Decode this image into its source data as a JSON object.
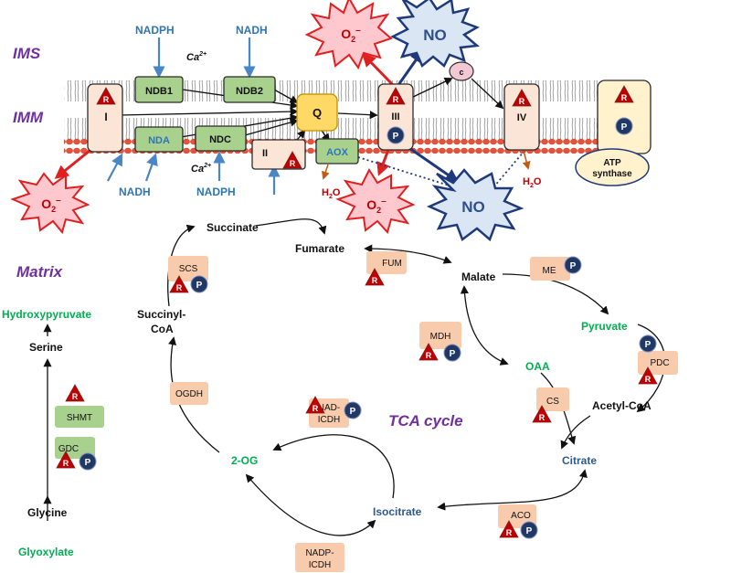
{
  "compartments": {
    "ims": "IMS",
    "imm": "IMM",
    "matrix": "Matrix"
  },
  "cycle_label": "TCA cycle",
  "colors": {
    "compartment_label": "#7030a0",
    "green_metabolite": "#00b050",
    "blue_metabolite": "#2e5b8f",
    "ros_fill": "#ffc7ce",
    "ros_text": "#c00000",
    "no_fill": "#dbe6f5",
    "no_text": "#2f4f8a",
    "enzyme_box": "#f8cbad",
    "green_box": "#a9d18e",
    "complex_box": "#fbe5d6",
    "redox_triangle": "#c00000",
    "phospho_circle": "#1f3864"
  },
  "inputs": {
    "nadph_top": "NADPH",
    "nadh_top": "NADH",
    "ca_top": "Ca",
    "ca_bottom": "Ca",
    "ca_superscript": "2+",
    "nadh_bottom": "NADH",
    "nadph_bottom": "NADPH"
  },
  "complexes": {
    "c1": "I",
    "c2": "II",
    "c3": "III",
    "c4": "IV",
    "q": "Q",
    "cytc": "c",
    "ndb1": "NDB1",
    "ndb2": "NDB2",
    "nda": "NDA",
    "ndc": "NDC",
    "aox": "AOX",
    "atp_synthase": "ATP synthase"
  },
  "products": {
    "superoxide": "O",
    "superoxide_sub": "2",
    "superoxide_sup": "–",
    "no": "NO",
    "water": "H",
    "water_sub": "2",
    "water_o": "O"
  },
  "metabolites": {
    "succinate": "Succinate",
    "fumarate": "Fumarate",
    "malate": "Malate",
    "pyruvate": "Pyruvate",
    "oaa": "OAA",
    "acetyl_coa": "Acetyl-CoA",
    "citrate": "Citrate",
    "isocitrate": "Isocitrate",
    "two_og": "2-OG",
    "succinyl_coa_1": "Succinyl-",
    "succinyl_coa_2": "CoA",
    "hydroxypyruvate": "Hydroxypyruvate",
    "serine": "Serine",
    "glycine": "Glycine",
    "glyoxylate": "Glyoxylate"
  },
  "enzymes": {
    "scs": "SCS",
    "fum": "FUM",
    "me": "ME",
    "mdh": "MDH",
    "pdc": "PDC",
    "cs": "CS",
    "aco": "ACO",
    "nad_icdh_1": "NAD-",
    "nad_icdh_2": "ICDH",
    "nadp_icdh_1": "NADP-",
    "nadp_icdh_2": "ICDH",
    "ogdh": "OGDH",
    "shmt": "SHMT",
    "gdc": "GDC"
  },
  "markers": {
    "redox": "R",
    "phospho": "P"
  }
}
